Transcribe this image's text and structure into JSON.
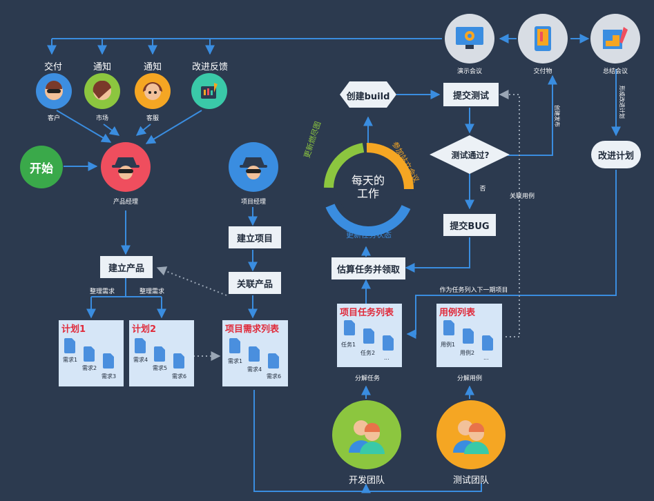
{
  "start": "开始",
  "stakeholders": [
    {
      "action": "交付",
      "name": "客户",
      "color": "#3d8ee0"
    },
    {
      "action": "通知",
      "name": "市场",
      "color": "#8cc63f"
    },
    {
      "action": "通知",
      "name": "客服",
      "color": "#f5a623"
    },
    {
      "action": "改进反馈",
      "name": "",
      "color": "#3ac9a8"
    }
  ],
  "roles": {
    "pm": "产品经理",
    "project_manager": "项目经理"
  },
  "meetings": {
    "demo": "演示会议",
    "deliverable": "交付物",
    "summary": "总结会议"
  },
  "steps": {
    "create_product": "建立产品",
    "create_project": "建立项目",
    "link_product": "关联产品",
    "create_build": "创建build",
    "submit_test": "提交测试",
    "test_passed": "测试通过?",
    "submit_bug": "提交BUG",
    "estimate": "估算任务并领取",
    "improve_plan": "改进计划"
  },
  "edges": {
    "sort_req_1": "整理需求",
    "sort_req_2": "整理需求",
    "no": "否",
    "related_cases": "关联用例",
    "create_release": "创建发布",
    "form_plan": "形成改进计划",
    "next_project": "作为任务列入下一期项目",
    "split_tasks": "分解任务",
    "split_cases": "分解用例"
  },
  "daily": {
    "center": "每天的\n工作",
    "arc_burndown": "更新燃尽图",
    "arc_standup": "参加站立会议",
    "arc_status": "更新任务状态"
  },
  "plans": [
    {
      "title": "计划1",
      "items": [
        "需求1",
        "需求2",
        "需求3"
      ]
    },
    {
      "title": "计划2",
      "items": [
        "需求4",
        "需求5",
        "需求6"
      ]
    }
  ],
  "project_reqs": {
    "title": "项目需求列表",
    "items": [
      "需求1",
      "需求4",
      "需求6"
    ]
  },
  "task_list": {
    "title": "项目任务列表",
    "items": [
      "任务1",
      "任务2",
      "..."
    ]
  },
  "case_list": {
    "title": "用例列表",
    "items": [
      "用例1",
      "用例2",
      "..."
    ]
  },
  "teams": {
    "dev": "开发团队",
    "test": "测试团队"
  },
  "colors": {
    "bg": "#2c3a4f",
    "arrow": "#3a8de0",
    "start": "#3aa94a",
    "pm": "#ef4e5e",
    "dev": "#8cc63f",
    "test": "#f5a623"
  }
}
